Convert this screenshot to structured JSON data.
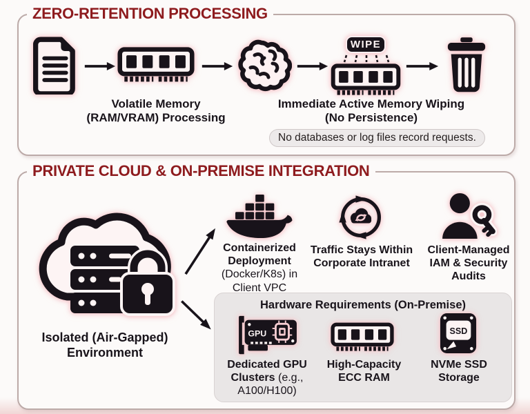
{
  "colors": {
    "accent_red": "#8e1b1e",
    "icon_black": "#18131a",
    "glow_pink": "#f6c3c8",
    "panel_border": "#bcaaa8",
    "pill_bg": "#edeaea",
    "hw_box_bg": "#e9e6e6"
  },
  "icons": {
    "document": "document-icon",
    "ram": "ram-module-icon",
    "brain": "brain-icon",
    "wipe_ram": "wipe-ram-icon",
    "trash": "trash-can-icon",
    "cloud_server_lock": "cloud-server-lock-icon",
    "docker": "docker-whale-icon",
    "traffic_loop": "cloud-sync-loop-icon",
    "person_key": "user-key-icon",
    "gpu": "gpu-card-icon",
    "ecc_ram": "ecc-ram-icon",
    "ssd": "ssd-drive-icon",
    "arrow": "arrow-right-icon"
  },
  "section1": {
    "title": "ZERO-RETENTION PROCESSING",
    "wipe_badge": "WIPE",
    "label_volatile_line1": "Volatile Memory",
    "label_volatile_line2": "(RAM/VRAM) Processing",
    "label_wiping_line1": "Immediate Active Memory Wiping",
    "label_wiping_line2": "(No Persistence)",
    "pill_note": "No databases or log files record requests."
  },
  "section2": {
    "title": "PRIVATE CLOUD & ON-PREMISE INTEGRATION",
    "isolated_label_line1": "Isolated (Air-Gapped)",
    "isolated_label_line2": "Environment",
    "containerized_bold": "Containerized Deployment",
    "containerized_regular": "(Docker/K8s) in Client VPC",
    "traffic_label": "Traffic Stays Within Corporate Intranet",
    "iam_label": "Client-Managed IAM & Security Audits",
    "hardware": {
      "title": "Hardware Requirements (On-Premise)",
      "gpu_badge": "GPU",
      "ssd_badge": "SSD",
      "gpu_bold": "Dedicated GPU Clusters",
      "gpu_regular": "(e.g., A100/H100)",
      "ram_label": "High-Capacity ECC RAM",
      "ssd_label": "NVMe SSD Storage"
    }
  }
}
